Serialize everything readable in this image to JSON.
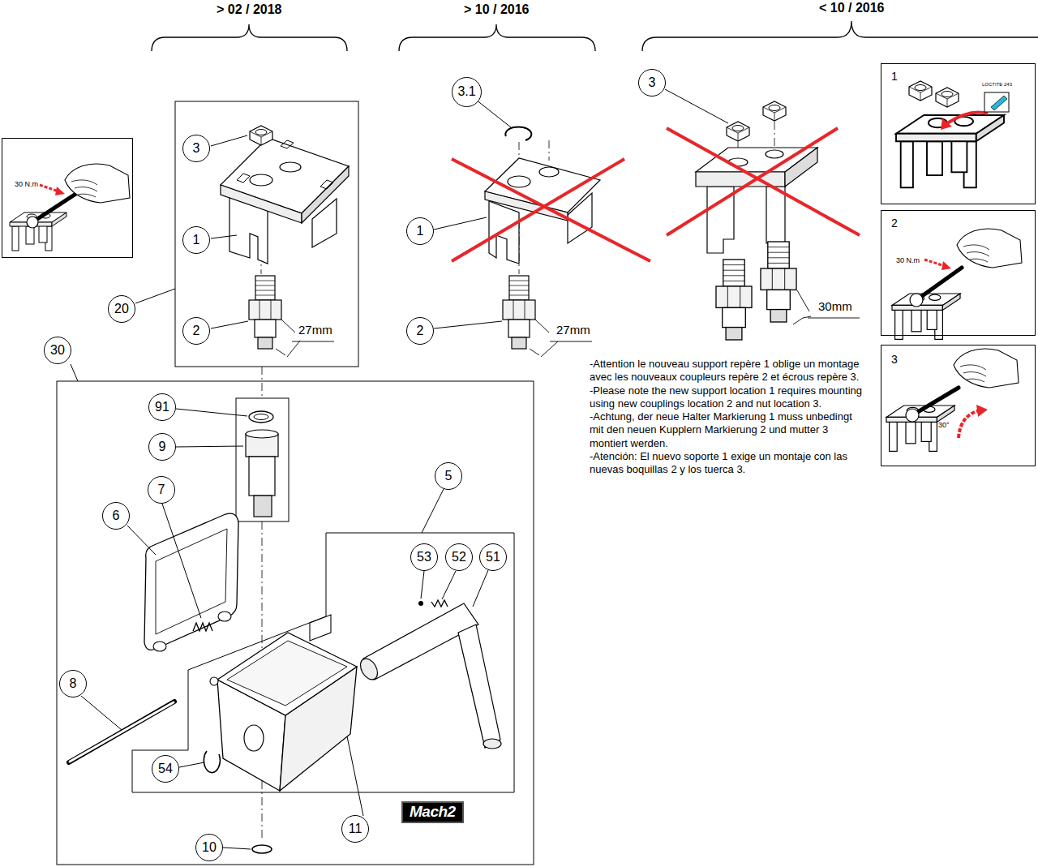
{
  "diagram": {
    "nodes": [
      {
        "text": [
          "30 N.m"
        ]
      },
      {
        "text": [
          "1",
          "LOCTITE 243"
        ]
      },
      {
        "text": [
          "2",
          "30 N.m"
        ]
      },
      {
        "text": [
          "3",
          "30°"
        ]
      }
    ],
    "labels": [
      "> 02 / 2018",
      "> 10 / 2016",
      "< 10 / 2016",
      "3",
      "1",
      "2",
      "27mm",
      "20",
      "3.1",
      "1",
      "2",
      "27mm",
      "3",
      "30mm",
      "-Attention le nouveau support repère 1 oblige un montage avec les nouveaux coupleurs repère 2 et écrous repère 3.",
      "-Please note the new support location 1 requires mounting using new couplings location 2 and nut location 3.",
      "-Achtung, der neue Halter Markierung 1 muss unbedingt mit den neuen Kupplern Markierung 2 und mutter 3 montiert werden.",
      "-Atención: El nuevo soporte 1 exige un montaje con las nuevas boquillas 2 y los tuerca 3.",
      "30",
      "91",
      "9",
      "7",
      "6",
      "5",
      "53",
      "52",
      "51",
      "8",
      "54",
      "Mach2",
      "11",
      "10"
    ]
  }
}
